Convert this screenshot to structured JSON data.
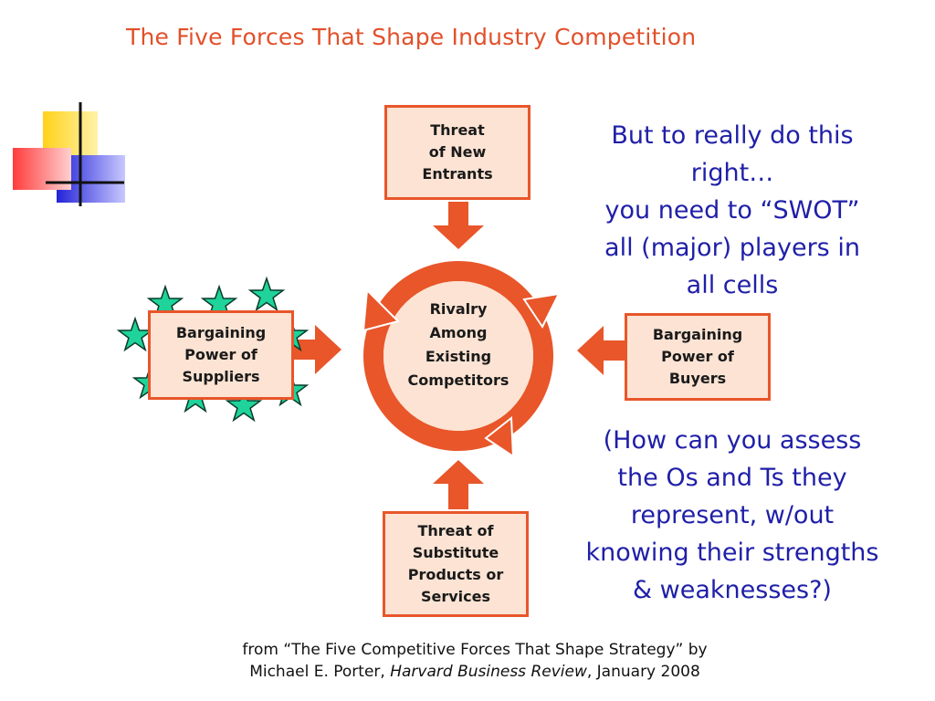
{
  "title": "The Five Forces That Shape Industry Competition",
  "boxes": {
    "new_entrants": "Threat\nof New\nEntrants",
    "suppliers": "Bargaining\nPower of\nSuppliers",
    "buyers": "Bargaining\nPower of\nBuyers",
    "substitutes": "Threat of\nSubstitute\nProducts or\nServices",
    "rivalry": "Rivalry\nAmong\nExisting\nCompetitors"
  },
  "note_top": {
    "lines": [
      "But to really do this",
      "right…",
      "you need to “SWOT”",
      "all (major) players in",
      "all cells"
    ]
  },
  "note_bottom": {
    "lines": [
      "(How can you assess",
      "the Os and Ts they",
      "represent, w/out",
      "knowing their strengths",
      "& weaknesses?)"
    ]
  },
  "source": {
    "line1": "from “The Five Competitive Forces That Shape Strategy” by",
    "line2_prefix": "Michael E. Porter, ",
    "line2_journal": "Harvard Business Review",
    "line2_suffix": ", January 2008"
  },
  "colors": {
    "accent": "#e8562a",
    "box_fill": "#fce3d3",
    "note_text": "#1f1fa8",
    "star": "#1fd39a"
  },
  "icons": [
    "star-icon",
    "arrow-down-icon",
    "arrow-up-icon",
    "arrow-right-icon",
    "arrow-left-icon",
    "cycle-arrows-icon"
  ]
}
